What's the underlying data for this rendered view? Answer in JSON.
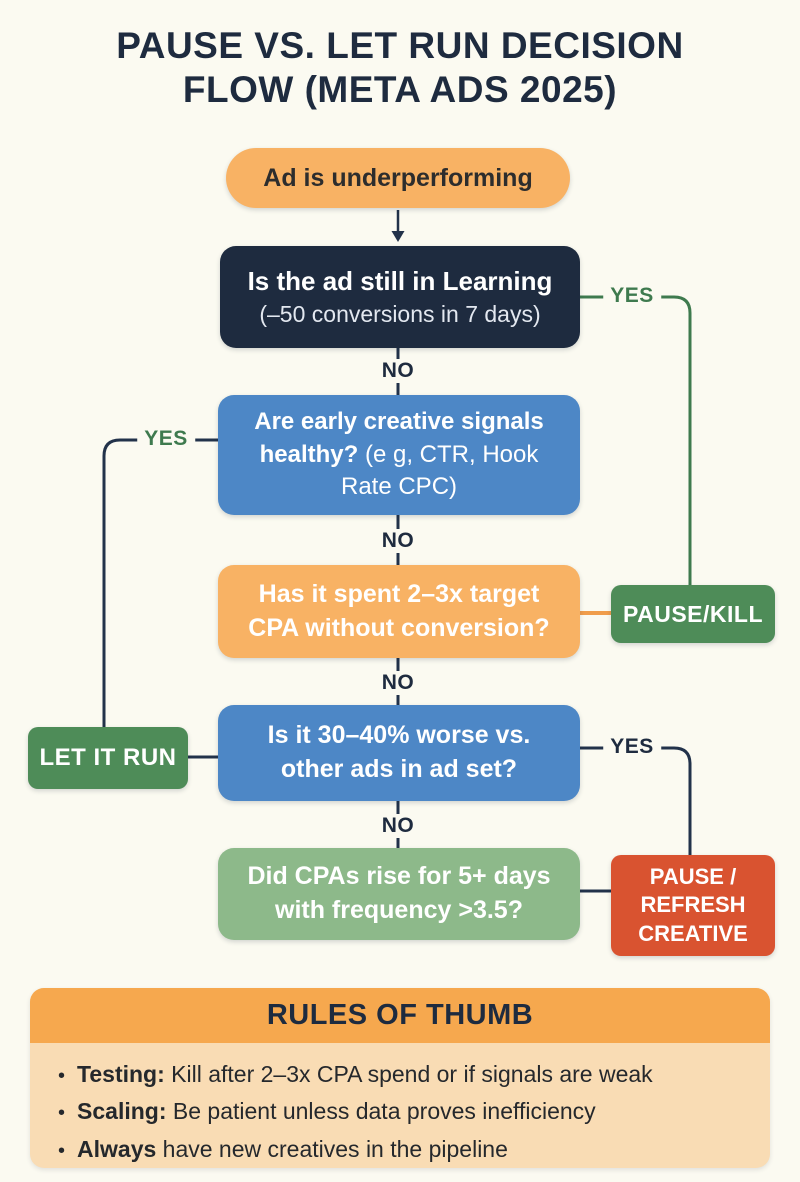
{
  "title": {
    "line1": "PAUSE VS. LET RUN DECISION",
    "line2": "FLOW (META ADS 2025)"
  },
  "flow": {
    "start": {
      "label": "Ad is underperforming"
    },
    "q_learning": {
      "bold": "Is the ad still in Learning",
      "rest": "(–50 conversions in 7 days)"
    },
    "q_signals": {
      "bold": "Are early creative signals healthy?",
      "rest": " (e g, CTR, Hook Rate CPC)"
    },
    "q_spend": {
      "bold": "Has it spent 2–3x target CPA without conversion?"
    },
    "q_worse": {
      "bold": "Is it 30–40% worse vs. other ads in ad set?"
    },
    "q_cpa_rise": {
      "bold": "Did CPAs rise for 5+ days with frequency >3.5?"
    },
    "outcomes": {
      "pause_kill": "PAUSE/KILL",
      "let_it_run": "LET IT RUN",
      "pause_refresh": "PAUSE / REFRESH CREATIVE"
    },
    "labels": {
      "yes": "YES",
      "no": "NO"
    }
  },
  "rules": {
    "title": "RULES OF THUMB",
    "items": [
      {
        "bold": "Testing:",
        "text": " Kill after 2–3x CPA spend or if signals are weak"
      },
      {
        "bold": "Scaling:",
        "text": " Be patient unless data proves inefficiency"
      },
      {
        "bold": "Always",
        "text": " have new creatives in the pipeline"
      }
    ]
  },
  "colors": {
    "background": "#fbfaf1",
    "navy": "#1e2b3f",
    "blue": "#4d87c6",
    "orange": "#f8b264",
    "green_dark": "#4e8c58",
    "green_light": "#8db98a",
    "red": "#d95330",
    "rules_header": "#f6a84e",
    "rules_body": "#f9dcb4",
    "yes_green": "#3e7a4e"
  }
}
